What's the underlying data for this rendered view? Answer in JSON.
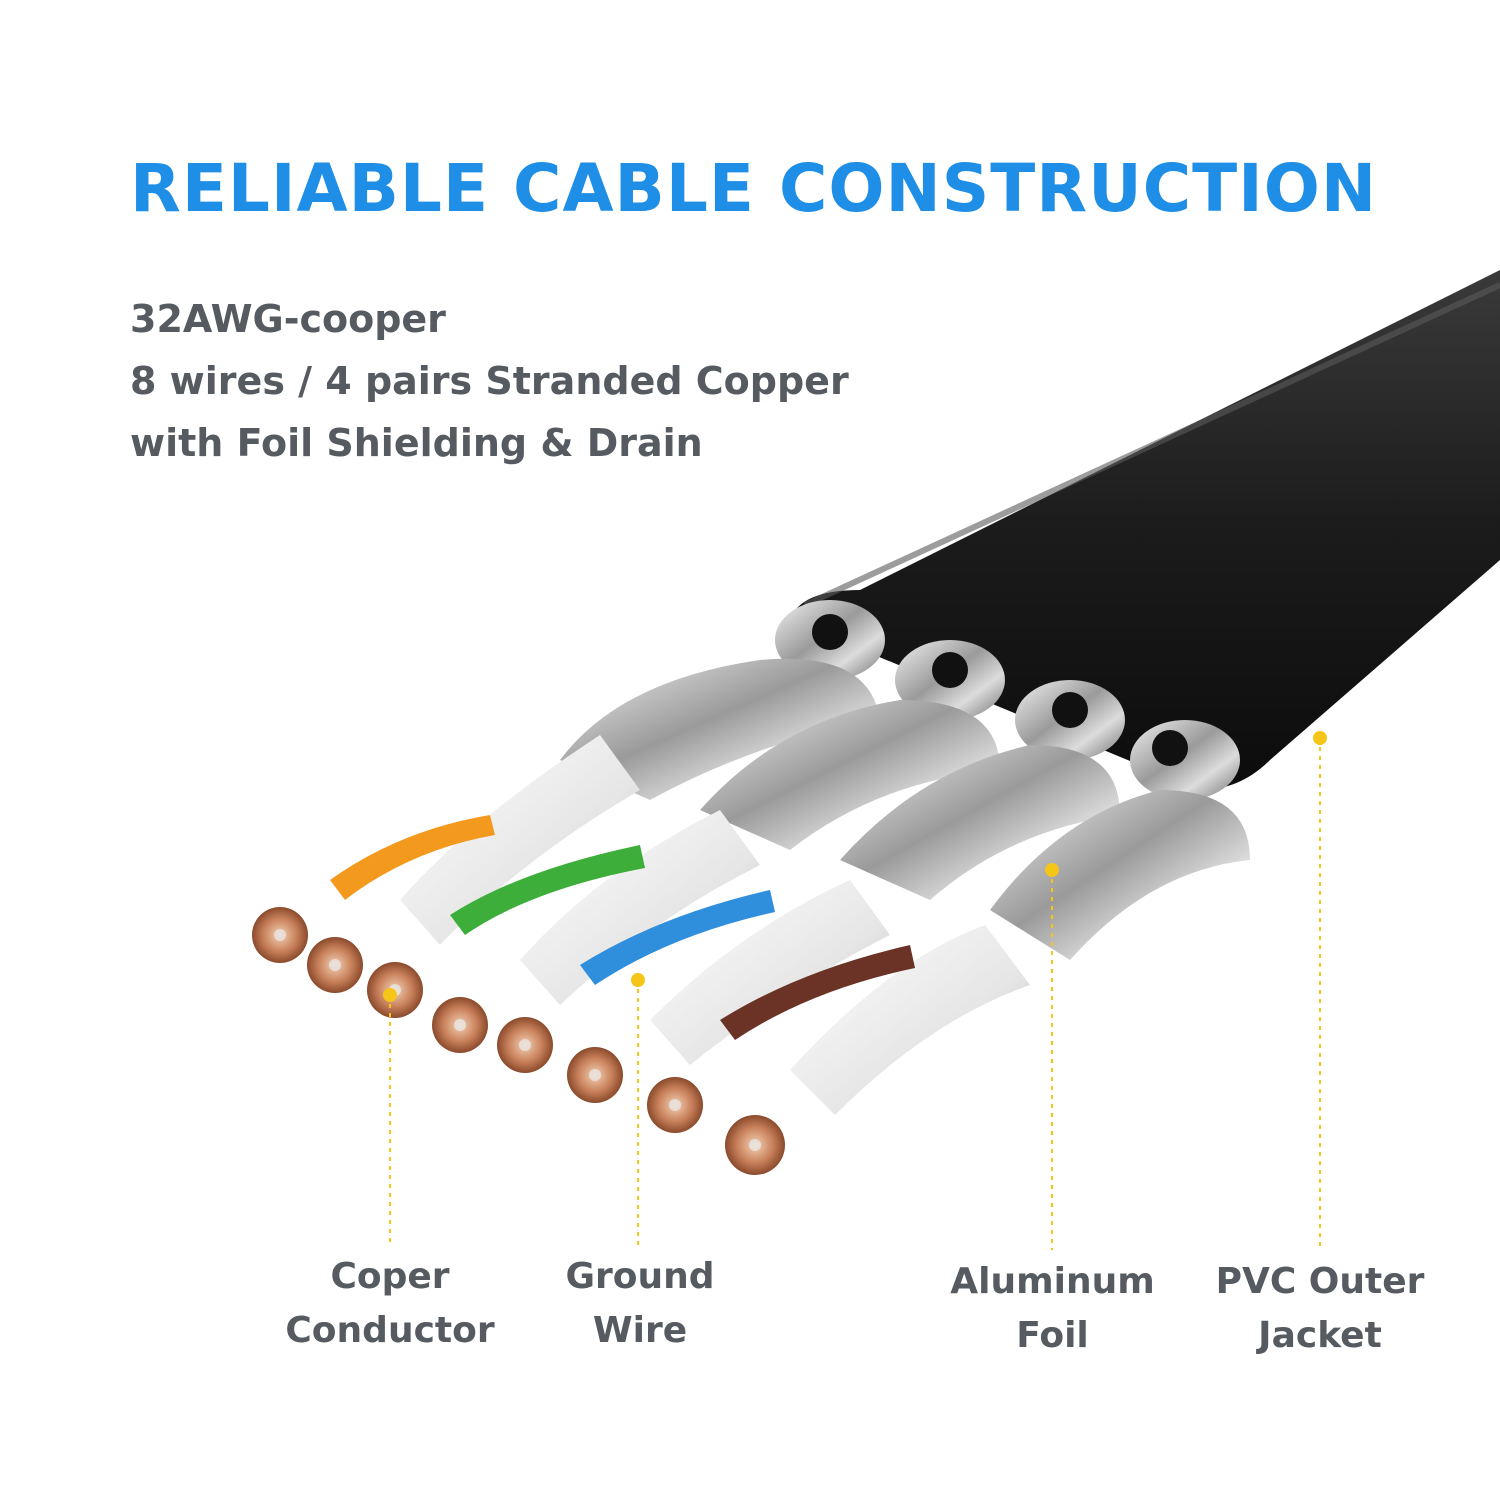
{
  "title": "RELIABLE CABLE CONSTRUCTION",
  "specs": [
    "32AWG-cooper",
    "8 wires / 4 pairs Stranded Copper",
    "with Foil Shielding & Drain"
  ],
  "callouts": {
    "copper_conductor": [
      "Coper",
      "Conductor"
    ],
    "ground_wire": [
      "Ground",
      "Wire"
    ],
    "aluminum_foil": [
      "Aluminum",
      "Foil"
    ],
    "pvc_jacket": [
      "PVC Outer",
      "Jacket"
    ]
  },
  "colors": {
    "title_blue": "#1e8ee6",
    "text_gray": "#555b61",
    "marker_yellow": "#f5c518",
    "jacket_black": "#1b1b1b",
    "wire_orange": "#f39a1e",
    "wire_green": "#3dae3a",
    "wire_blue": "#2f8fdc",
    "wire_brown": "#6a3326",
    "copper": "#c8805a"
  }
}
